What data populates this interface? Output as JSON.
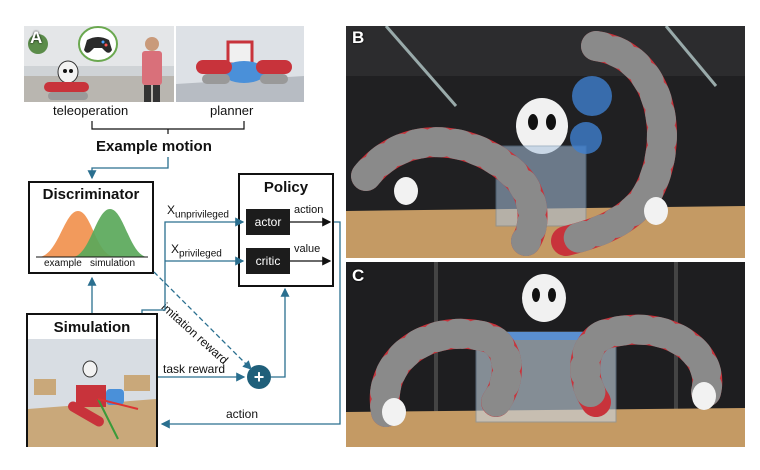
{
  "panels": {
    "a": "A",
    "b": "B",
    "c": "C"
  },
  "example_motion": {
    "teleoperation": "teleoperation",
    "planner": "planner",
    "title": "Example motion"
  },
  "discriminator": {
    "title": "Discriminator",
    "legend_example": "example",
    "legend_simulation": "simulation"
  },
  "policy": {
    "title": "Policy",
    "actor": "actor",
    "critic": "critic",
    "out_action": "action",
    "out_value": "value"
  },
  "inputs": {
    "x_main": "X",
    "x_unpriv_sub": "unprivileged",
    "x_priv_sub": "privileged"
  },
  "simulation": {
    "title": "Simulation"
  },
  "signals": {
    "imitation_reward": "imitation reward",
    "task_reward": "task reward",
    "plus": "+",
    "action_feedback": "action"
  },
  "colors": {
    "arrow": "#2a6f8f",
    "example_curve": "#f29a5c",
    "simulation_curve": "#5aa85a",
    "plus_node": "#1f5f7a",
    "robot_red": "#c8333b",
    "robot_gray": "#8a8a8a"
  }
}
